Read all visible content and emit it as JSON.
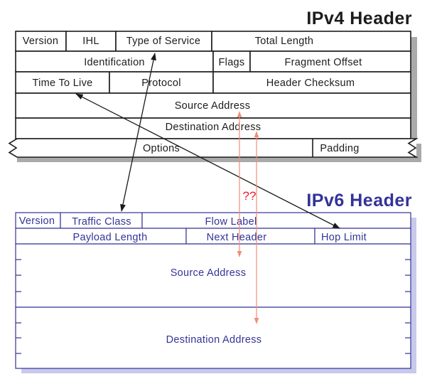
{
  "ipv4": {
    "title": "IPv4 Header",
    "fields": {
      "version": "Version",
      "ihl": "IHL",
      "type_of_service": "Type of Service",
      "total_length": "Total Length",
      "identification": "Identification",
      "flags": "Flags",
      "fragment_offset": "Fragment Offset",
      "time_to_live": "Time To Live",
      "protocol": "Protocol",
      "header_checksum": "Header Checksum",
      "source_address": "Source Address",
      "destination_address": "Destination Address",
      "options": "Options",
      "padding": "Padding"
    }
  },
  "ipv6": {
    "title": "IPv6 Header",
    "fields": {
      "version": "Version",
      "traffic_class": "Traffic Class",
      "flow_label": "Flow Label",
      "payload_length": "Payload Length",
      "next_header": "Next Header",
      "hop_limit": "Hop Limit",
      "source_address": "Source Address",
      "destination_address": "Destination Address"
    }
  },
  "annotations": {
    "question_marks": "??"
  },
  "arrows": {
    "black_double": [
      {
        "from": "IPv4 Type of Service",
        "to": "IPv6 Traffic Class"
      },
      {
        "from": "IPv4 Time To Live",
        "to": "IPv6 Hop Limit"
      }
    ],
    "salmon_double": [
      {
        "from": "IPv4 Source Address",
        "to": "IPv6 Source Address",
        "label": "??"
      },
      {
        "from": "IPv4 Destination Address",
        "to": "IPv6 Destination Address",
        "label": "??"
      }
    ]
  },
  "colors": {
    "ipv4_ink": "#1c1c1c",
    "ipv6_ink": "#333399",
    "ipv4_shadow": "#aaaaaa",
    "ipv6_shadow": "#c9c9ec",
    "arrow_black": "#1a1a1a",
    "arrow_salmon": "#f28c7a",
    "question_red": "#ee1c2e"
  }
}
